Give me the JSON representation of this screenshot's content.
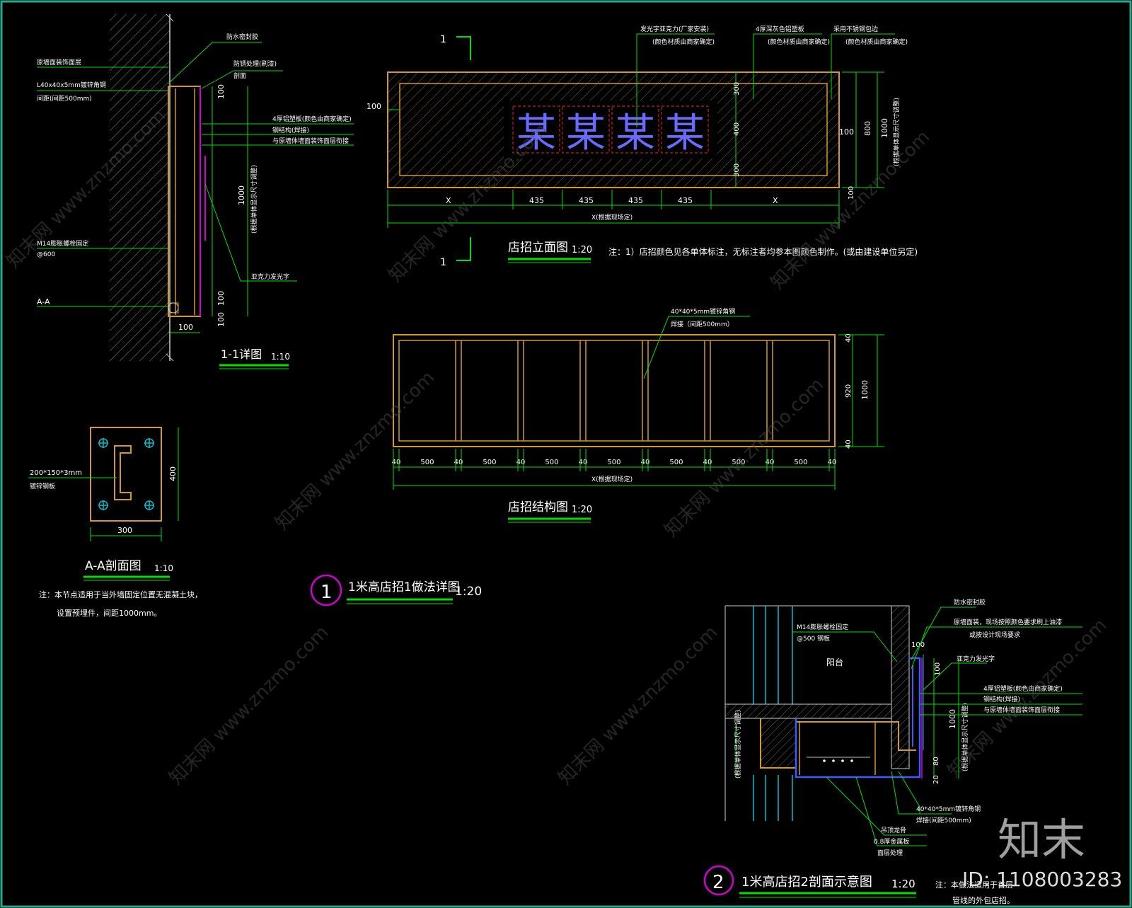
{
  "colors": {
    "background": "#000000",
    "frame": "#2aa98a",
    "green": "#00e000",
    "orange": "#d49a1e",
    "white": "#ffffff",
    "magenta": "#d000d0",
    "blue": "#3b5bff",
    "cyan": "#00c0d0",
    "red": "#ff2020"
  },
  "sign_text": {
    "chars": [
      "某",
      "某",
      "某",
      "某"
    ]
  },
  "elevation": {
    "section_mark": "1",
    "title": "店招立面图",
    "scale": "1:20",
    "note": "注：1）店招颜色见各单体标注，无标注者均参本图颜色制作。(或由建设单位另定)",
    "left_dim": "100",
    "right_dims": [
      "100",
      "800",
      "1000"
    ],
    "right_dims_small": [
      "300",
      "400",
      "300",
      "100"
    ],
    "bottom_dims": [
      "X",
      "435",
      "435",
      "435",
      "435",
      "X"
    ],
    "total_dim": "X(根据现场定)",
    "vertical_note": "(根据单体显示尺寸调整)",
    "callouts": [
      "发光字亚克力(厂家安装)",
      "(颜色材质由商家确定)",
      "4厚深灰色铝塑板",
      "(颜色材质由商家确定)",
      "采用不锈钢包边",
      "(颜色材质由商家确定)"
    ]
  },
  "structure": {
    "title": "店招结构图",
    "scale": "1:20",
    "callout": [
      "40*40*5mm镀锌角钢",
      "焊接（间距500mm）"
    ],
    "bottom_dims": [
      "40",
      "500",
      "40",
      "500",
      "40",
      "500",
      "40",
      "500",
      "40",
      "500",
      "40",
      "500",
      "40",
      "500",
      "40"
    ],
    "total_dim": "X(根据现场定)",
    "right_dims": [
      "40",
      "920",
      "40"
    ],
    "right_total": "1000"
  },
  "detail11": {
    "title": "1-1详图",
    "scale": "1:10",
    "labels": [
      "防水密封胶",
      "原墙面装饰面层",
      "L40x40x5mm镀锌角钢",
      "间距(间距500mm)",
      "防锈处理(刷漆)",
      "剖面",
      "4厚铝塑板(颜色由商家确定)",
      "钢结构(焊接)",
      "与原墙体墙面装饰面层衔接",
      "M14膨胀螺栓固定",
      "@600",
      "A-A",
      "亚克力发光字"
    ],
    "dims": [
      "100",
      "1000",
      "100",
      "100",
      "100"
    ],
    "vertical_note": "(根据单体显示尺寸调整)"
  },
  "section_aa": {
    "title": "A-A剖面图",
    "scale": "1:10",
    "plate_label": [
      "200*150*3mm",
      "镀锌钢板"
    ],
    "dim_w": "300",
    "dim_h": "400",
    "note_lines": [
      "注：本节点适用于当外墙固定位置无混凝土块，",
      "设置预埋件，间距1000mm。"
    ]
  },
  "drawing1": {
    "number": "1",
    "title": "1米高店招1做法详图",
    "scale": "1:20"
  },
  "drawing2": {
    "number": "2",
    "title": "1米高店招2剖面示意图",
    "scale": "1:20",
    "labels": [
      "M14膨胀螺栓固定",
      "@500 钢板",
      "阳台",
      "防水密封胶",
      "原墙面装，现场按照颜色要求刷上油漆",
      "或按设计现场要求",
      "亚克力发光字",
      "4厚铝塑板(颜色由商家确定)",
      "钢结构(焊接)",
      "与原墙体墙面装饰面层衔接",
      "40*40*5mm镀锌角钢",
      "焊接(间距500mm)",
      "吊顶龙骨",
      "0.8厚金属板",
      "面层处理",
      "(根据单体显示尺寸调整)"
    ],
    "dims": [
      "100",
      "100",
      "1000",
      "80",
      "20"
    ],
    "note_lines": [
      "注：本做法适用于首层",
      "管线的外包店招。"
    ]
  },
  "watermark": {
    "brand": "知末",
    "id_text": "ID: 1108003283",
    "tile_text": "知末网 www.znzmo.com"
  }
}
